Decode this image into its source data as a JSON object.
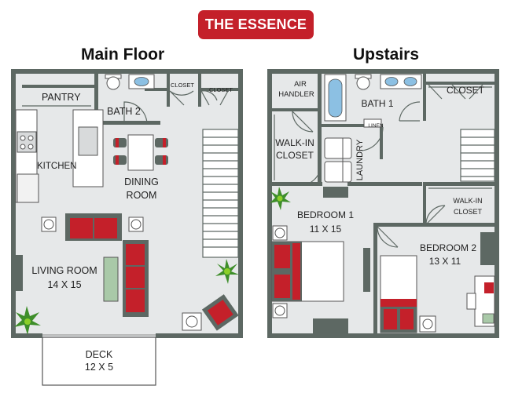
{
  "header": {
    "badge": "THE ESSENCE"
  },
  "main_floor": {
    "title": "Main Floor",
    "rooms": {
      "pantry": "PANTRY",
      "bath": "BATH 2",
      "closet_a": "CLOSET",
      "closet_b": "CLOSET",
      "kitchen": "KITCHEN",
      "dining_1": "DINING",
      "dining_2": "ROOM",
      "living_1": "LIVING ROOM",
      "living_2": "14 X 15",
      "deck_1": "DECK",
      "deck_2": "12 X 5"
    }
  },
  "upstairs": {
    "title": "Upstairs",
    "rooms": {
      "air_1": "AIR",
      "air_2": "HANDLER",
      "bath": "BATH 1",
      "closet": "CLOSET",
      "linen": "LINEN",
      "walkin_1": "WALK-IN",
      "walkin_2": "CLOSET",
      "laundry": "LAUNDRY",
      "bed1_1": "BEDROOM 1",
      "bed1_2": "11 X 15",
      "walkin2_1": "WALK-IN",
      "walkin2_2": "CLOSET",
      "bed2_1": "BEDROOM 2",
      "bed2_2": "13 X 11"
    }
  },
  "colors": {
    "accent": "#c4202a",
    "wall": "#5d6863",
    "floor": "#e6e8e9"
  }
}
